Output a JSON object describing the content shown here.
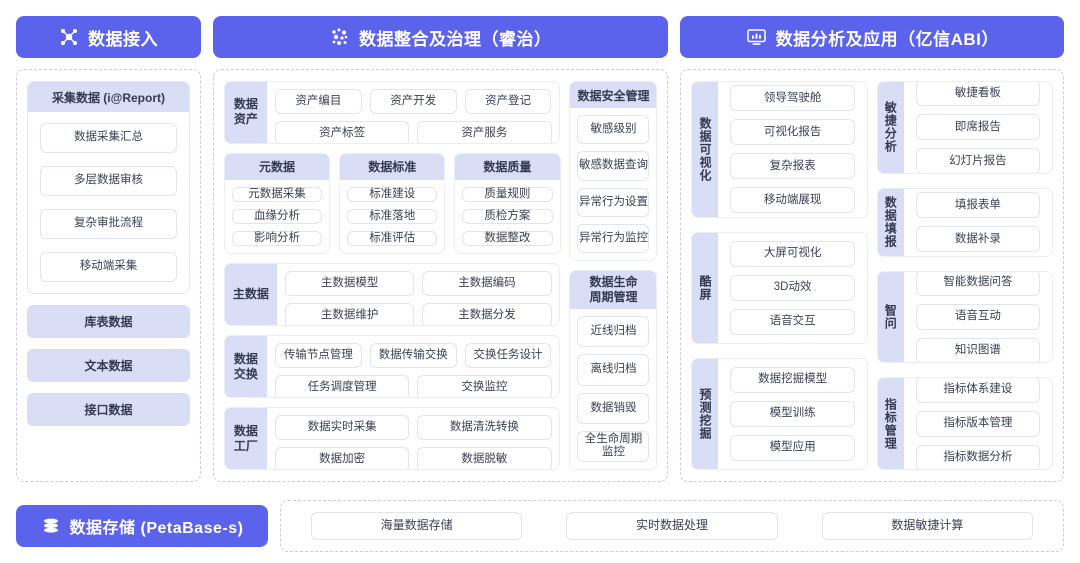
{
  "bands": {
    "ingest": {
      "title": "数据接入",
      "icon": "node-graph-icon"
    },
    "govern": {
      "title": "数据整合及治理（睿治）",
      "icon": "data-particles-icon"
    },
    "analytics": {
      "title": "数据分析及应用（亿信ABI）",
      "icon": "monitor-chart-icon"
    },
    "storage": {
      "title": "数据存储 (PetaBase-s)",
      "icon": "database-stack-icon"
    }
  },
  "ingest": {
    "collect_card": {
      "title": "采集数据 (i@Report)",
      "items": [
        "数据采集汇总",
        "多层数据审核",
        "复杂审批流程",
        "移动端采集"
      ]
    },
    "sources": [
      "库表数据",
      "文本数据",
      "接口数据"
    ]
  },
  "govern": {
    "asset": {
      "label": "数据\n资产",
      "row1": [
        "资产编目",
        "资产开发",
        "资产登记"
      ],
      "row2": [
        "资产标签",
        "资产服务"
      ]
    },
    "triple": [
      {
        "title": "元数据",
        "items": [
          "元数据采集",
          "血缘分析",
          "影响分析"
        ]
      },
      {
        "title": "数据标准",
        "items": [
          "标准建设",
          "标准落地",
          "标准评估"
        ]
      },
      {
        "title": "数据质量",
        "items": [
          "质量规则",
          "质检方案",
          "数据整改"
        ]
      }
    ],
    "master": {
      "label": "主数据",
      "row1": [
        "主数据模型",
        "主数据编码"
      ],
      "row2": [
        "主数据维护",
        "主数据分发"
      ]
    },
    "exchange": {
      "label": "数据\n交换",
      "row1": [
        "传输节点管理",
        "数据传输交换",
        "交换任务设计"
      ],
      "row2": [
        "任务调度管理",
        "交换监控"
      ]
    },
    "factory": {
      "label": "数据\n工厂",
      "row1": [
        "数据实时采集",
        "数据清洗转换"
      ],
      "row2": [
        "数据加密",
        "数据脱敏"
      ]
    },
    "security": {
      "title": "数据安全管理",
      "items": [
        "敏感级别",
        "敏感数据查询",
        "异常行为设置",
        "异常行为监控"
      ]
    },
    "lifecycle": {
      "title": "数据生命\n周期管理",
      "items": [
        "近线归档",
        "离线归档",
        "数据销毁",
        "全生命周期\n监控"
      ]
    }
  },
  "analytics": {
    "left": [
      {
        "label": "数据可视化",
        "items": [
          "领导驾驶舱",
          "可视化报告",
          "复杂报表",
          "移动端展现"
        ]
      },
      {
        "label": "酷屏",
        "items": [
          "大屏可视化",
          "3D动效",
          "语音交互"
        ]
      },
      {
        "label": "预测挖掘",
        "items": [
          "数据挖掘模型",
          "模型训练",
          "模型应用"
        ]
      }
    ],
    "right": [
      {
        "label": "敏捷分析",
        "items": [
          "敏捷看板",
          "即席报告",
          "幻灯片报告"
        ]
      },
      {
        "label": "数据填报",
        "items": [
          "填报表单",
          "数据补录"
        ]
      },
      {
        "label": "智问",
        "items": [
          "智能数据问答",
          "语音互动",
          "知识图谱"
        ]
      },
      {
        "label": "指标管理",
        "items": [
          "指标体系建设",
          "指标版本管理",
          "指标数据分析"
        ]
      }
    ]
  },
  "storage": {
    "items": [
      "海量数据存储",
      "实时数据处理",
      "数据敏捷计算"
    ]
  },
  "colors": {
    "brand": "#5b62ec",
    "label_bg": "#d9ddf6",
    "chip_border": "#e2e4ef",
    "dashed_border": "#c9ccda",
    "text": "#3c4156"
  }
}
